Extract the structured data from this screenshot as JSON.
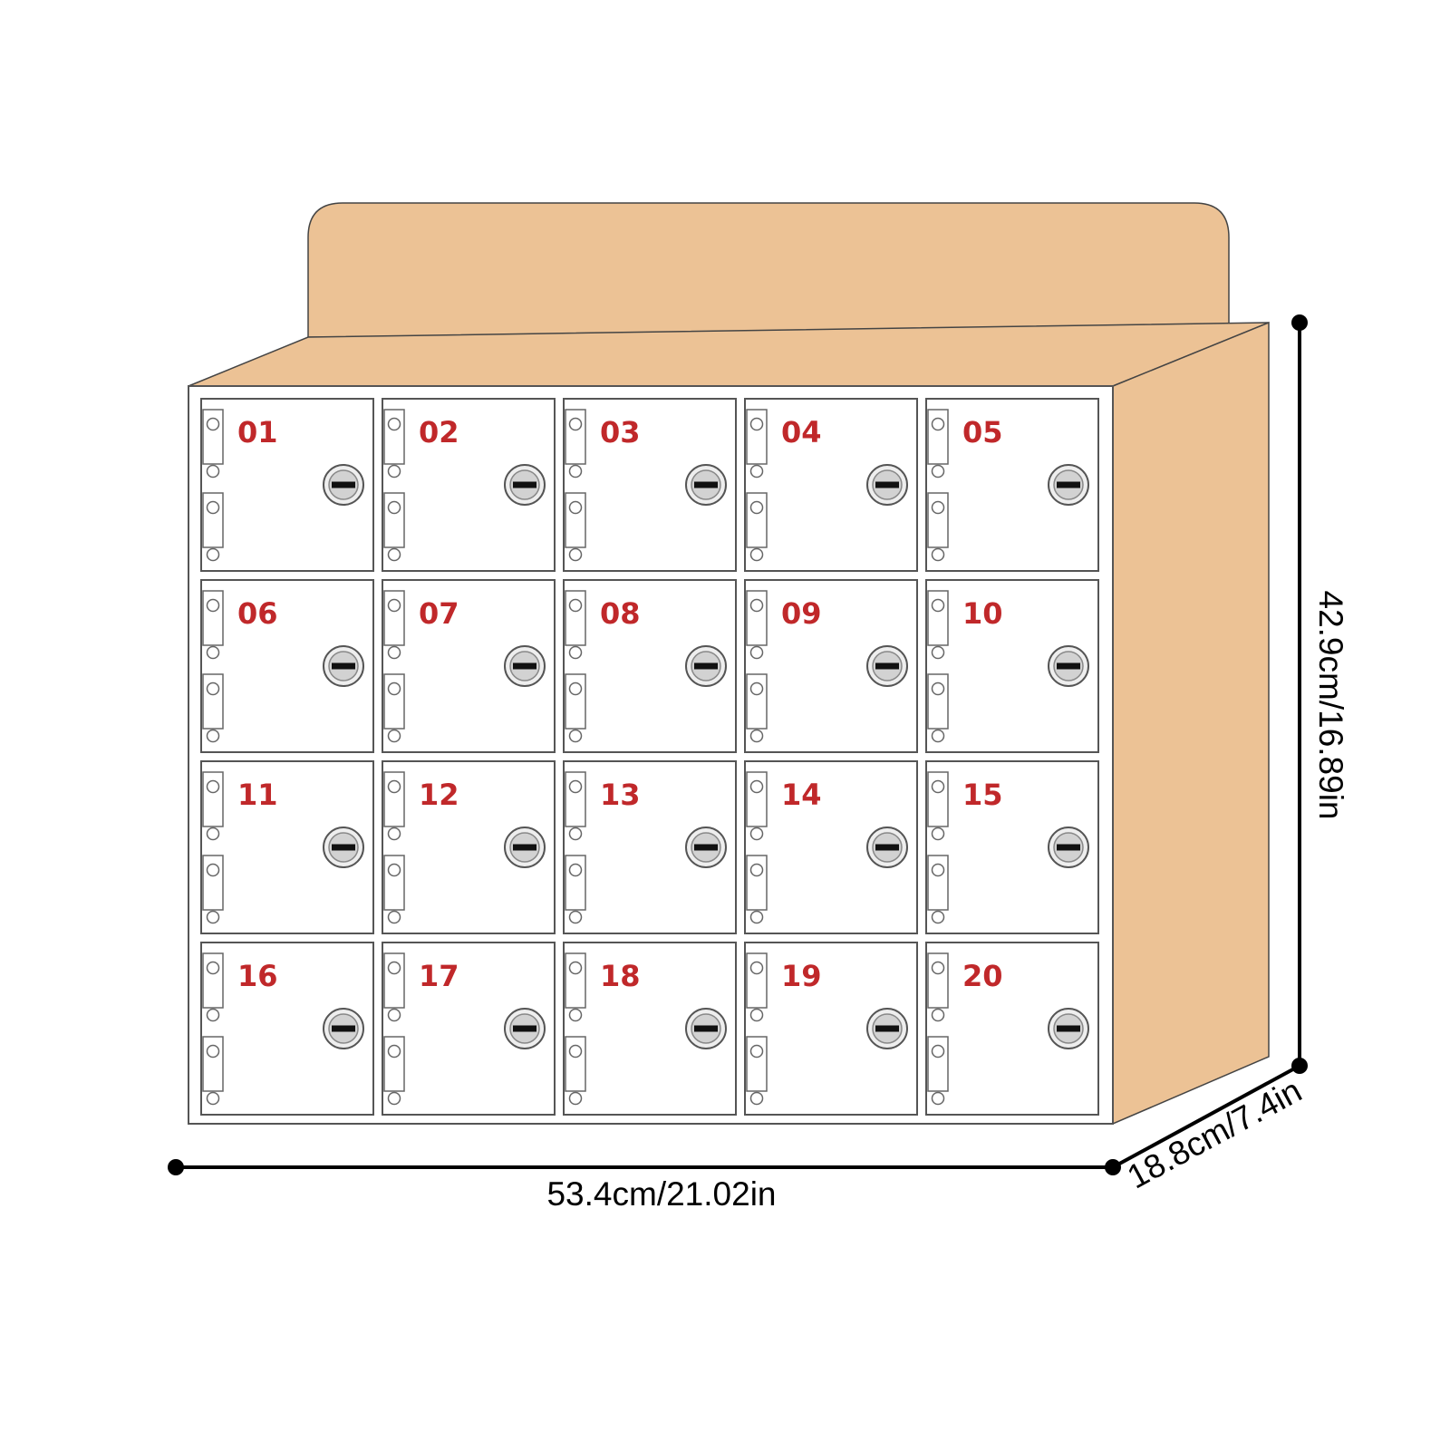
{
  "product": {
    "rows": 4,
    "columns": 5,
    "lockers": [
      "01",
      "02",
      "03",
      "04",
      "05",
      "06",
      "07",
      "08",
      "09",
      "10",
      "11",
      "12",
      "13",
      "14",
      "15",
      "16",
      "17",
      "18",
      "19",
      "20"
    ]
  },
  "dimensions": {
    "width": "53.4cm/21.02in",
    "height": "42.9cm/16.89in",
    "depth": "18.8cm/7.4in"
  },
  "colors": {
    "wood": "#ECC295",
    "door": "#FFFFFF",
    "number": "#C0282A",
    "outline": "#555555",
    "dimension_line": "#000000"
  }
}
